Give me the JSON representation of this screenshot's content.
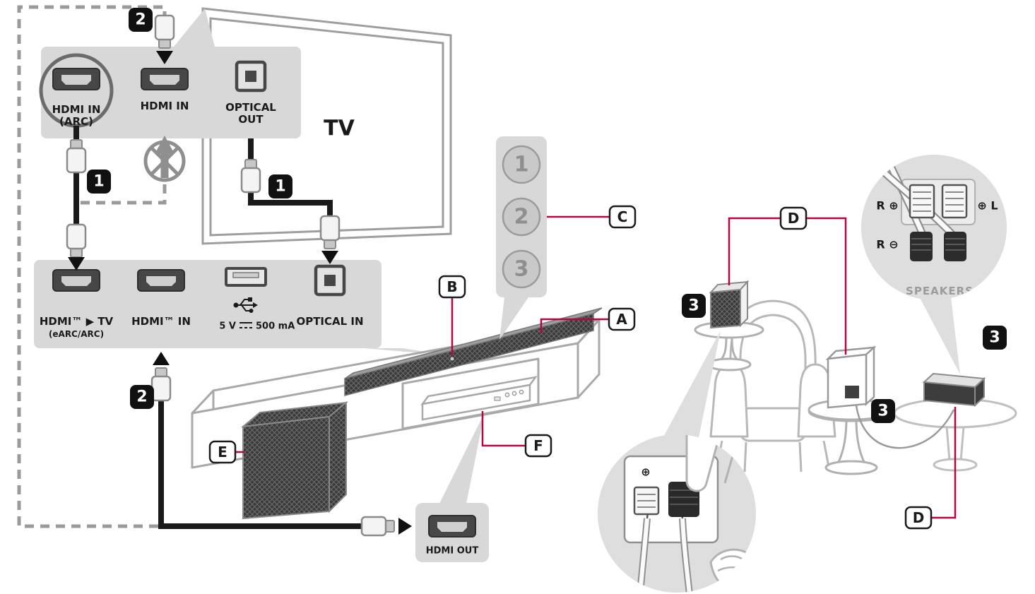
{
  "colors": {
    "accent": "#b5063f",
    "panel_gray": "#d8d8d8",
    "zoom_gray": "#dedede",
    "cable_black": "#1a1a1a"
  },
  "badges": {
    "step1": "1",
    "step2": "2",
    "step3": "3"
  },
  "callouts": {
    "a": "A",
    "b": "B",
    "c": "C",
    "d": "D",
    "e": "E",
    "f": "F"
  },
  "tv_panel": {
    "tv": "TV",
    "hdmi_arc_line1": "HDMI IN",
    "hdmi_arc_line2": "(ARC)",
    "hdmi_in": "HDMI IN",
    "optical_out_line1": "OPTICAL",
    "optical_out_line2": "OUT"
  },
  "soundbar_panel": {
    "hdmi_out_tv": "HDMI™ ▶ TV",
    "hdmi_out_tv_sub": "(eARC/ARC)",
    "hdmi_in": "HDMI™ IN",
    "usb_volts": "5 V",
    "usb_amps": "500 mA",
    "optical_in": "OPTICAL IN"
  },
  "stb": {
    "hdmi_out": "HDMI OUT"
  },
  "selector": {
    "n1": "1",
    "n2": "2",
    "n3": "3"
  },
  "terminals": {
    "r_plus": "R ⊕",
    "r_minus": "R ⊖",
    "l_plus": "⊕ L",
    "plus": "⊕",
    "speakers": "SPEAKERS"
  }
}
